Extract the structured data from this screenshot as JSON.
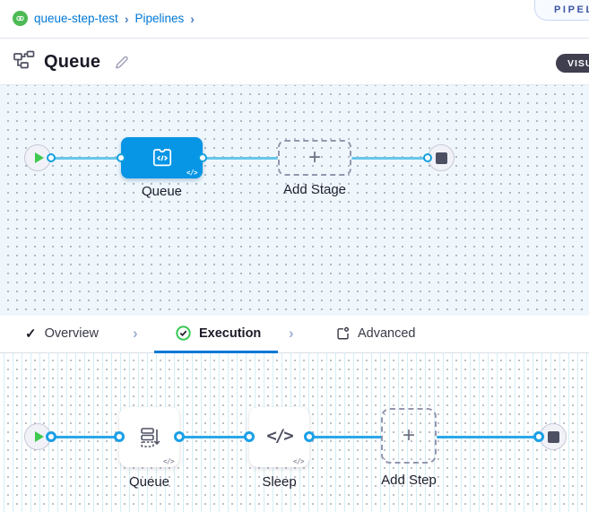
{
  "breadcrumb": {
    "items": [
      {
        "label": "queue-step-test"
      },
      {
        "label": "Pipelines"
      }
    ]
  },
  "studio_tag": {
    "label": "PIPELINE"
  },
  "header": {
    "title": "Queue",
    "view_toggle_label": "VISUAL"
  },
  "stage_graph": {
    "stage_label": "Queue",
    "add_stage_label": "Add Stage"
  },
  "tabs": {
    "overview": "Overview",
    "execution": "Execution",
    "advanced": "Advanced"
  },
  "execution_graph": {
    "steps": [
      {
        "label": "Queue"
      },
      {
        "label": "Sleep"
      }
    ],
    "add_step_label": "Add Step"
  },
  "glyphs": {
    "chevron": "›",
    "plus": "+",
    "code": "</>",
    "check": "✓"
  },
  "colors": {
    "accent_blue": "#0278d5",
    "stage_node_blue": "#0795e5",
    "edge_light": "#69c6e9",
    "edge_vivid": "#2aa7e8",
    "green": "#3fc94f",
    "tag_text": "#3b55a5"
  }
}
